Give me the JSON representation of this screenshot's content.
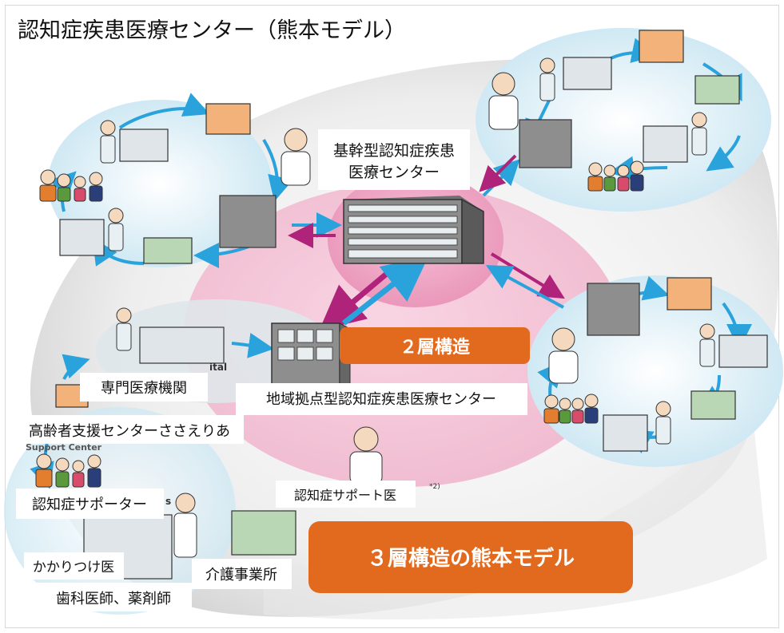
{
  "title": "認知症疾患医療センター（熊本モデル）",
  "labels": {
    "core_center_line1": "基幹型認知症疾患",
    "core_center_line2": "医療センター",
    "regional_center": "地域拠点型認知症疾患医療センター",
    "specialist": "専門医療機関",
    "support_center": "高齢者支援センターささえりあ",
    "supporter": "認知症サポーター",
    "support_doctor": "認知症サポート医",
    "family_doctor": "かかりつけ医",
    "dentist_pharmacist": "歯科医師、薬剤師",
    "care_office": "介護事業所"
  },
  "badges": {
    "two_layer": "２層構造",
    "three_layer": "３層構造の熊本モデル"
  },
  "ghost_text": {
    "hospital_fragment": "ital",
    "support_center_fragment": "Support Center",
    "footnote": "*2)",
    "s_fragment": "s"
  },
  "colors": {
    "badge_orange": "#e26a1f",
    "pink_zone": "#f4b9cf",
    "pink_core": "#ee9fbf",
    "cluster_blue": "#cde8f3",
    "arrow_blue": "#2aa3dc",
    "arrow_magenta": "#b0237a"
  }
}
